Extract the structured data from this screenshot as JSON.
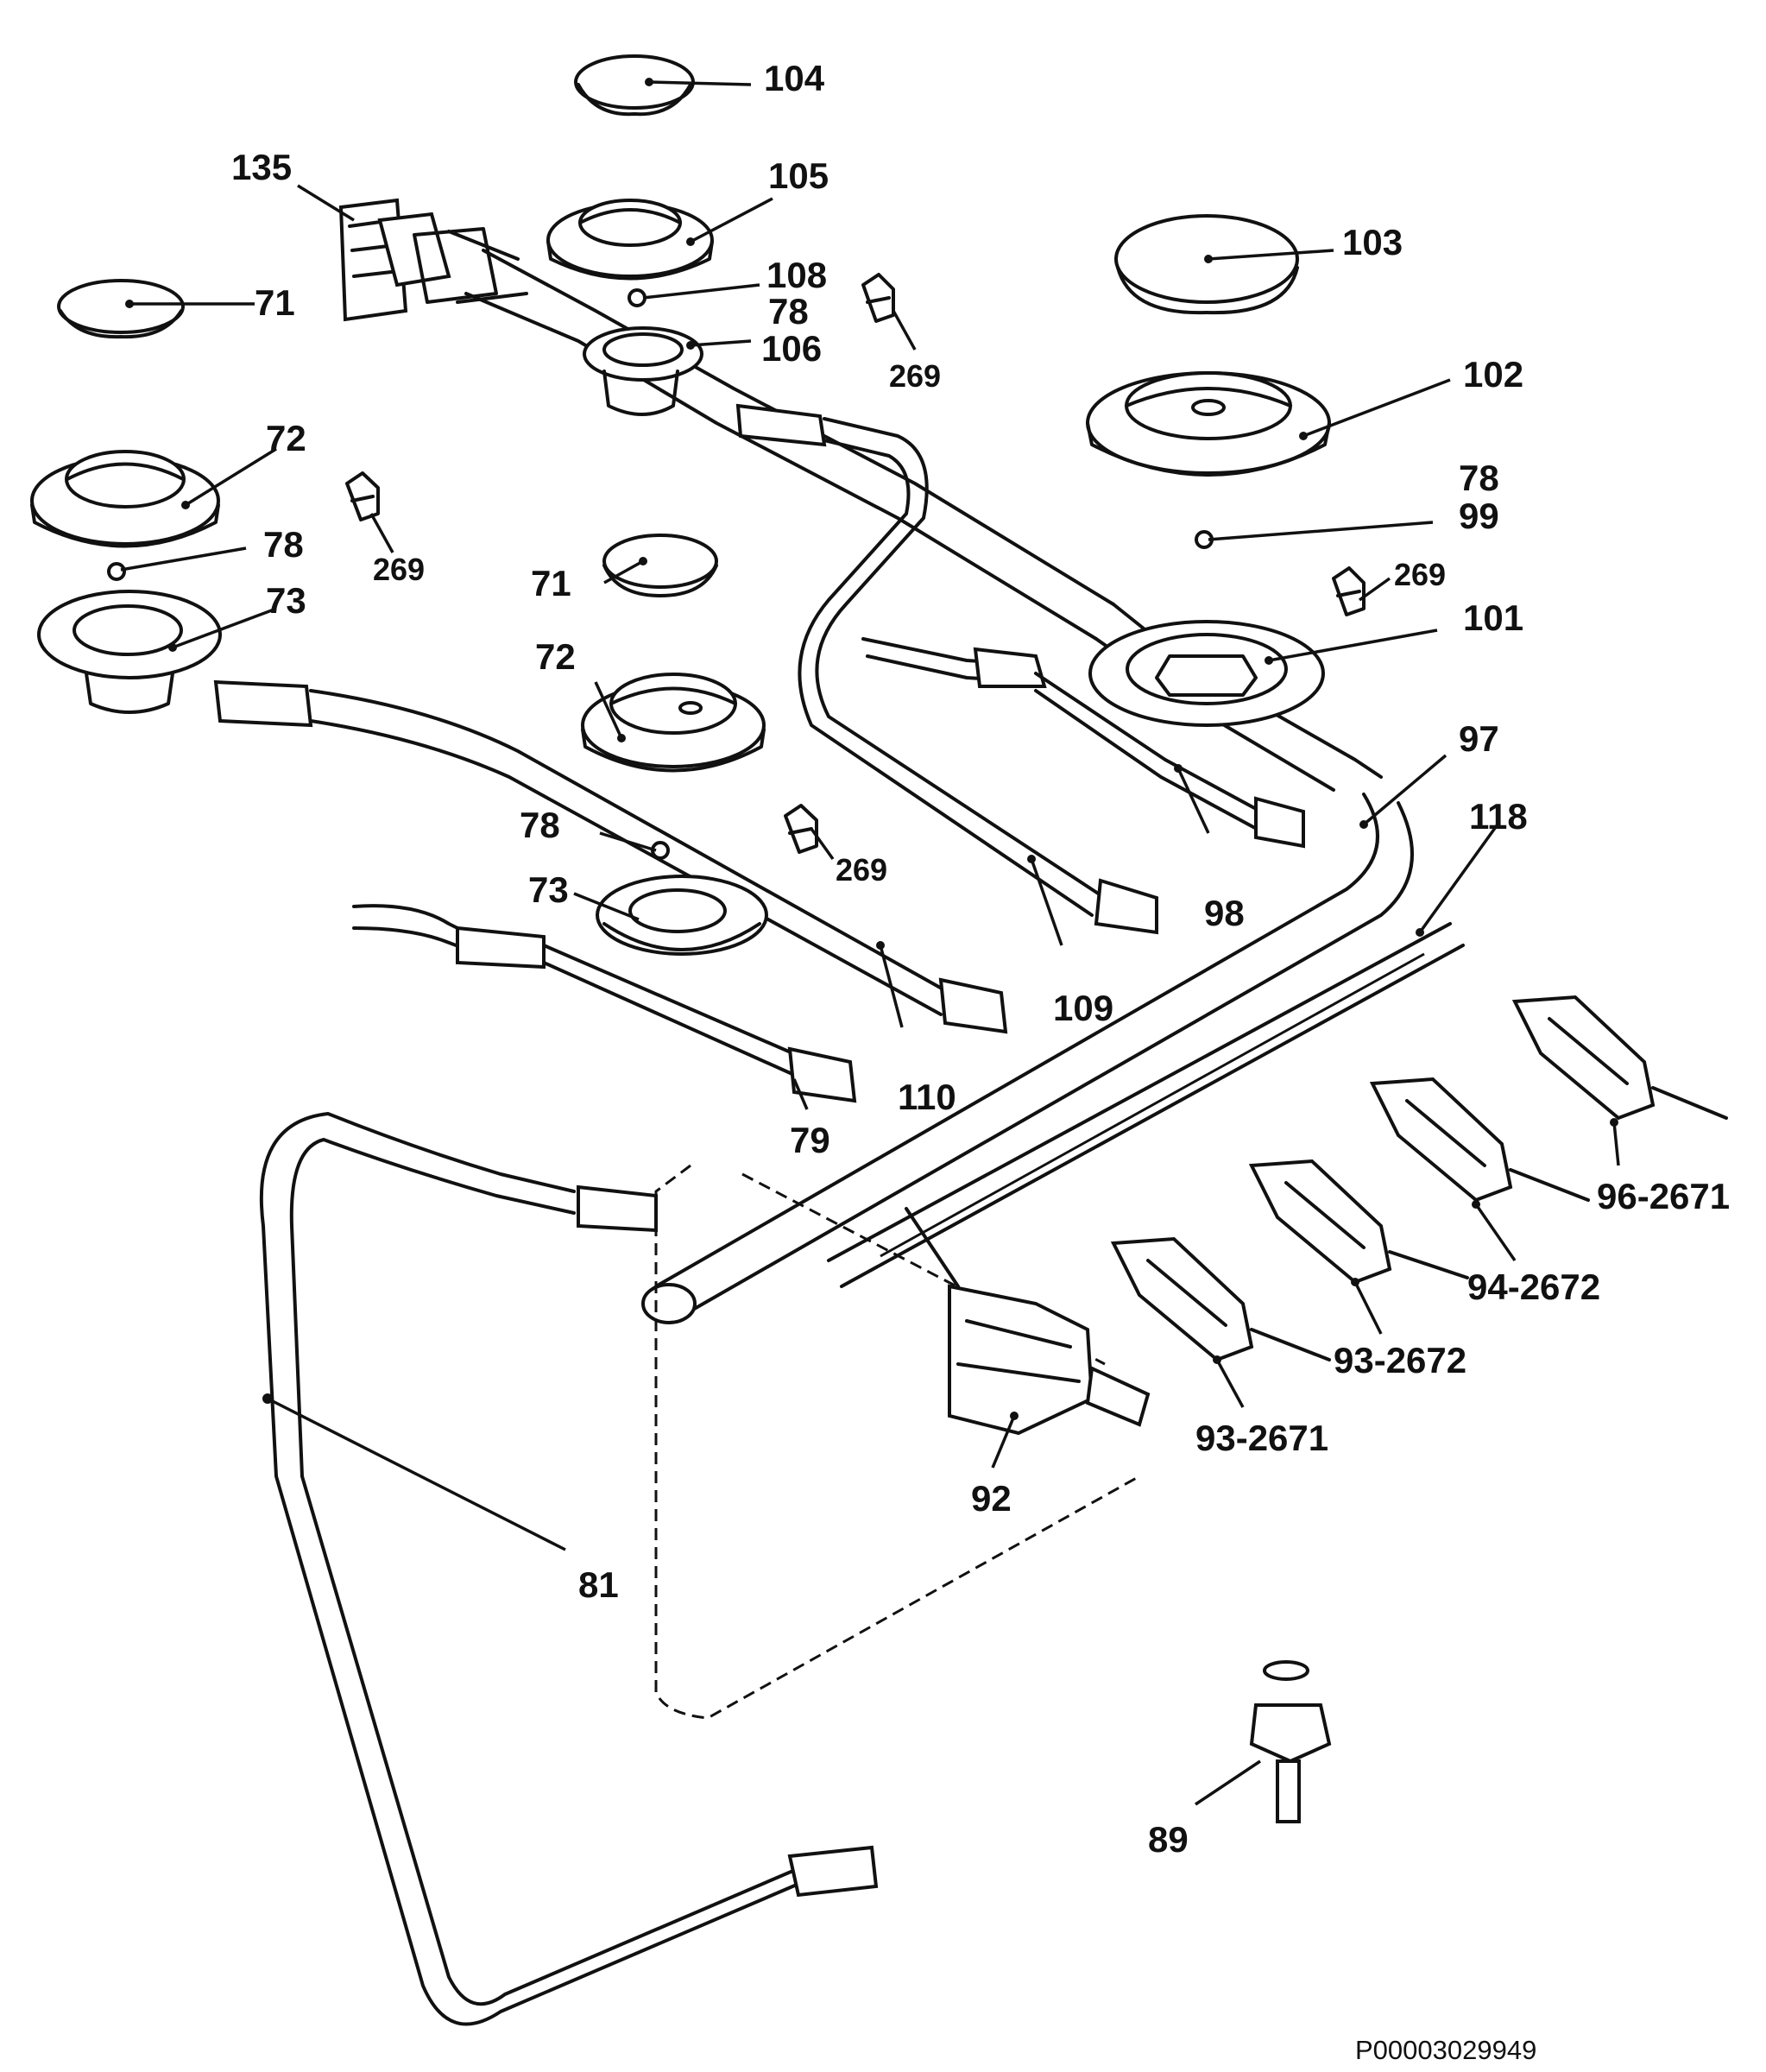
{
  "drawing_code": "P00003029949",
  "labels": {
    "l104": "104",
    "l135": "135",
    "l105": "105",
    "l103": "103",
    "l108": "108",
    "l78a": "78",
    "l106": "106",
    "l269a": "269",
    "l71a": "71",
    "l102": "102",
    "l72a": "72",
    "l78b": "78",
    "l99": "99",
    "l78c": "78",
    "l269b": "269",
    "l71b": "71",
    "l269c": "269",
    "l101": "101",
    "l73a": "73",
    "l72b": "72",
    "l97": "97",
    "l118": "118",
    "l78d": "78",
    "l269d": "269",
    "l98": "98",
    "l73b": "73",
    "l109": "109",
    "l110": "110",
    "l79": "79",
    "l96_2671": "96-2671",
    "l94_2672": "94-2672",
    "l93_2672": "93-2672",
    "l93_2671": "93-2671",
    "l92": "92",
    "l81": "81",
    "l89": "89"
  }
}
